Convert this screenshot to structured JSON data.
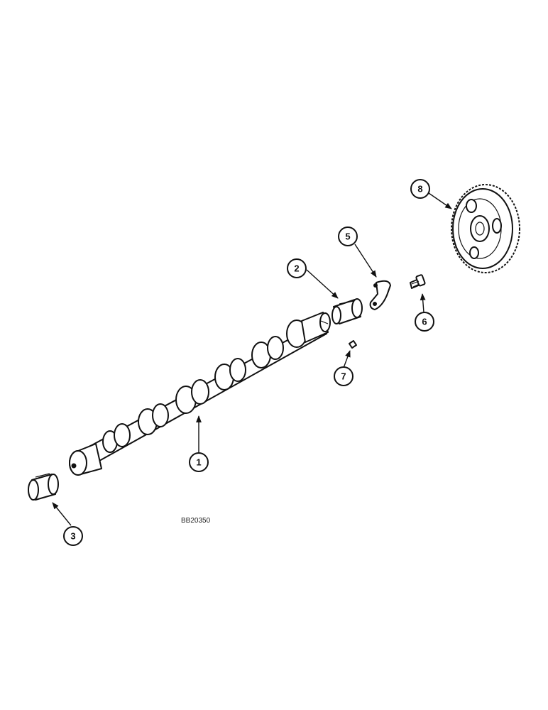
{
  "diagram": {
    "reference_code": "BB20350",
    "callouts": [
      {
        "id": "1",
        "label": "1"
      },
      {
        "id": "2",
        "label": "2"
      },
      {
        "id": "3",
        "label": "3"
      },
      {
        "id": "5",
        "label": "5"
      },
      {
        "id": "6",
        "label": "6"
      },
      {
        "id": "7",
        "label": "7"
      },
      {
        "id": "8",
        "label": "8"
      }
    ]
  }
}
